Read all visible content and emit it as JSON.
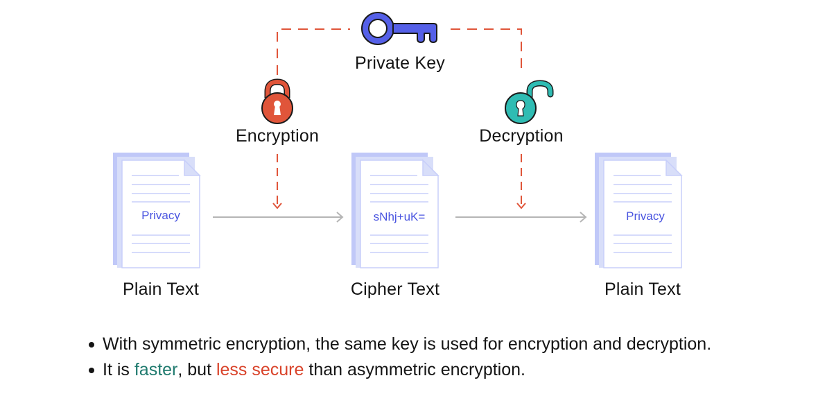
{
  "diagram": {
    "key": {
      "label": "Private Key",
      "icon": "key-icon",
      "color": "#5560e8"
    },
    "encryption": {
      "label": "Encryption",
      "icon": "closed-padlock-icon",
      "color": "#e0553a"
    },
    "decryption": {
      "label": "Decryption",
      "icon": "open-padlock-icon",
      "color": "#2fbcb3"
    },
    "documents": [
      {
        "caption": "Plain Text",
        "content": "Privacy"
      },
      {
        "caption": "Cipher Text",
        "content": "sNhj+uK="
      },
      {
        "caption": "Plain Text",
        "content": "Privacy"
      }
    ],
    "colors": {
      "dashed_line": "#e0553a",
      "flow_arrow": "#b5b5b5",
      "doc_back": "#c0c8f8",
      "doc_mid": "#d8def9",
      "doc_front": "#ffffff",
      "doc_lines": "#c8cffa",
      "doc_text": "#4a55e0"
    }
  },
  "bullets": [
    {
      "parts": [
        {
          "text": "With symmetric encryption, the same key is used for encryption and decryption.",
          "color": "#141414"
        }
      ]
    },
    {
      "parts": [
        {
          "text": "It is ",
          "color": "#141414"
        },
        {
          "text": "faster",
          "color": "#1f7a6e"
        },
        {
          "text": ", but ",
          "color": "#141414"
        },
        {
          "text": "less secure",
          "color": "#d9432a"
        },
        {
          "text": " than asymmetric encryption.",
          "color": "#141414"
        }
      ]
    }
  ]
}
